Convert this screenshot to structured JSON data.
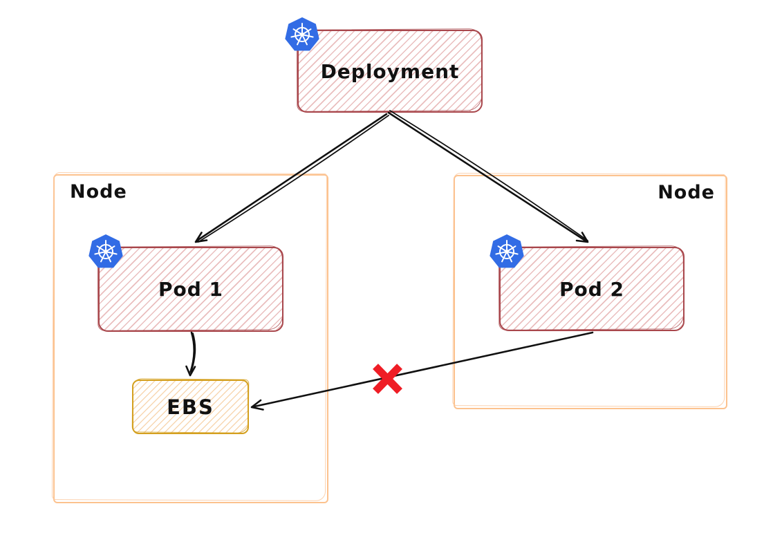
{
  "diagram": {
    "description": "Hand-drawn Kubernetes architecture sketch: a Deployment schedules Pod 1 and Pod 2 onto two Nodes; Pod 1 attaches to an EBS volume, Pod 2 cannot reach the same EBS volume (blocked, red X)",
    "deployment": {
      "label": "Deployment",
      "icon": "kubernetes"
    },
    "left_node": {
      "label": "Node"
    },
    "right_node": {
      "label": "Node"
    },
    "pod1": {
      "label": "Pod 1",
      "icon": "kubernetes"
    },
    "pod2": {
      "label": "Pod 2",
      "icon": "kubernetes"
    },
    "ebs": {
      "label": "EBS"
    },
    "edges": [
      {
        "from": "Deployment",
        "to": "Pod 1",
        "style": "arrow",
        "blocked": false
      },
      {
        "from": "Deployment",
        "to": "Pod 2",
        "style": "arrow",
        "blocked": false
      },
      {
        "from": "Pod 1",
        "to": "EBS",
        "style": "arrow",
        "blocked": false
      },
      {
        "from": "Pod 2",
        "to": "EBS",
        "style": "arrow",
        "blocked": true,
        "marker": "red-x"
      }
    ],
    "colors": {
      "resource_border": "#a9474c",
      "resource_hatch": "#c95c5c",
      "node_border": "#fcc28e",
      "ebs_border": "#d4a01f",
      "ebs_hatch": "#eea654",
      "kubernetes_blue": "#326ce5",
      "arrow": "#111111",
      "blocked_x": "#ef1d25",
      "text": "#111111",
      "background": "#ffffff"
    }
  }
}
